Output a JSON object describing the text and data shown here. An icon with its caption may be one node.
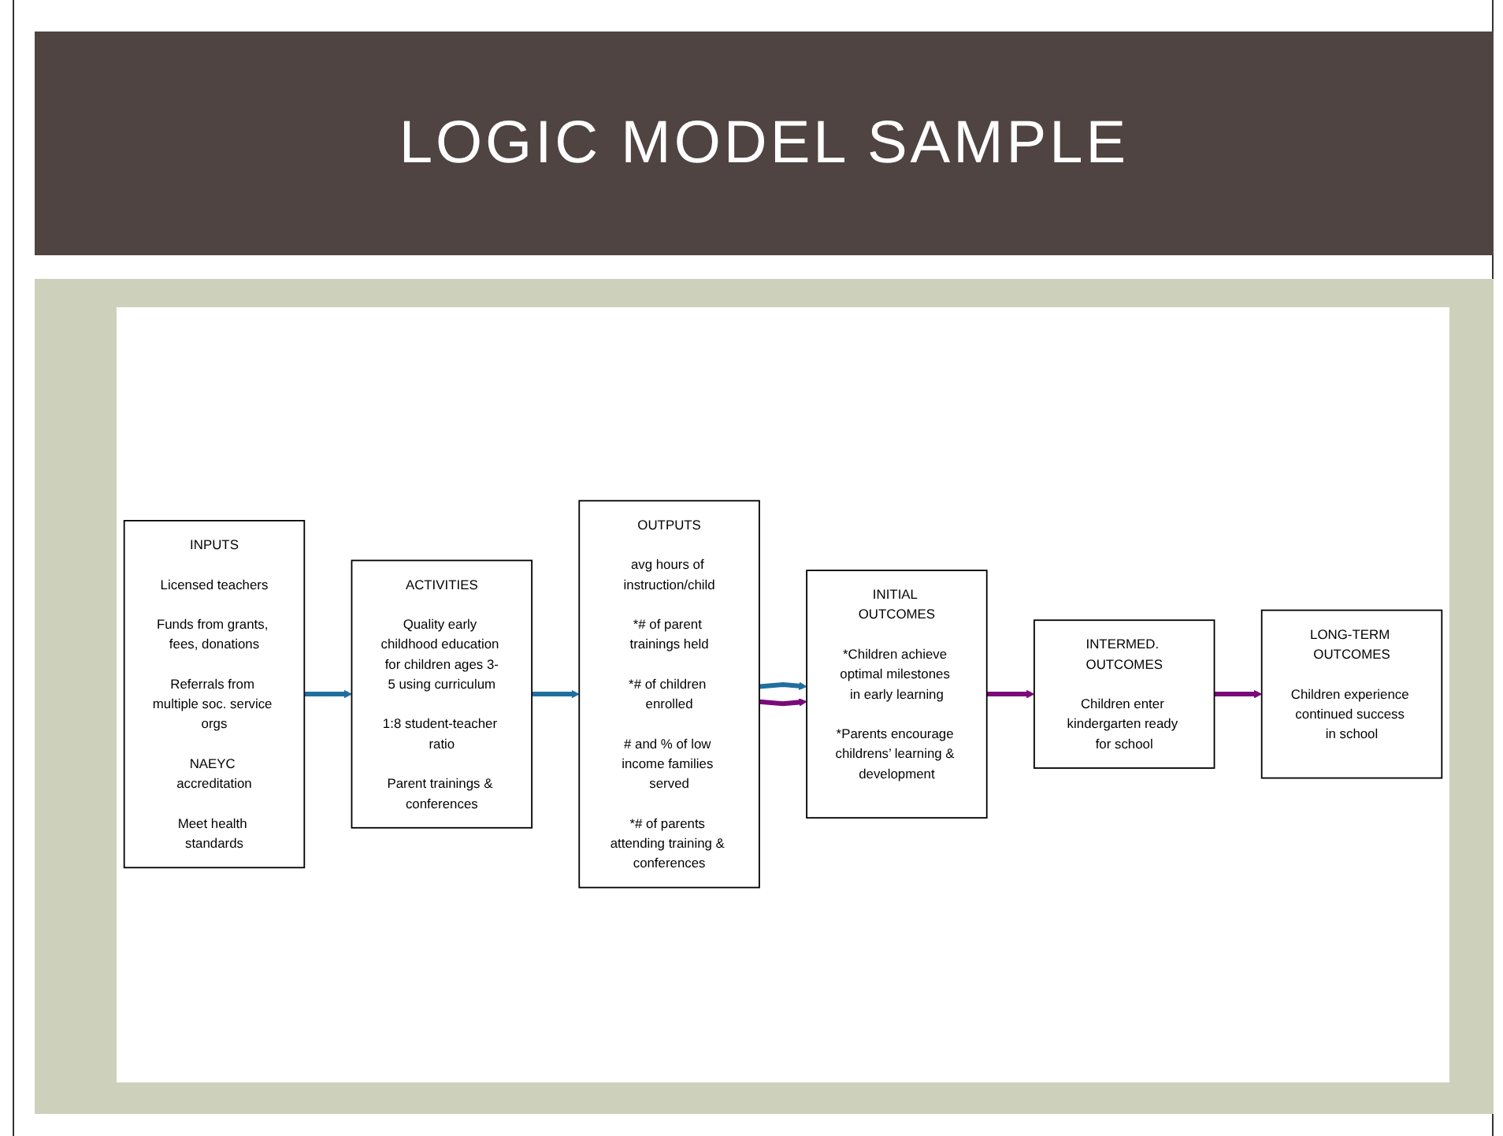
{
  "diagram": {
    "title": "LOGIC MODEL SAMPLE",
    "nodes": [
      {
        "text": [
          "INPUTS",
          "Licensed teachers",
          "Funds from grants, fees, donations",
          "Referrals from multiple soc. service orgs",
          "NAEYC accreditation",
          "Meet health standards"
        ]
      },
      {
        "text": [
          "ACTIVITIES",
          "Quality early childhood education for children ages 3-5 using curriculum",
          "1:8 student-teacher ratio",
          "Parent trainings & conferences"
        ]
      },
      {
        "text": [
          "OUTPUTS",
          "avg hours of instruction/child",
          "*# of parent trainings held",
          "*# of children enrolled",
          "# and % of low income families served",
          "*# of parents attending training & conferences"
        ]
      },
      {
        "text": [
          "INITIAL OUTCOMES",
          "*Children achieve optimal milestones in early learning",
          "*Parents encourage childrens’ learning & development"
        ]
      },
      {
        "text": [
          "INTERMED. OUTCOMES",
          "Children enter kindergarten ready for school"
        ]
      },
      {
        "text": [
          "LONG-TERM OUTCOMES",
          "Children experience continued success in school"
        ]
      }
    ],
    "edges": [
      {
        "from": 0,
        "to": 1,
        "arrow": "to",
        "color": "#1f6f9f"
      },
      {
        "from": 1,
        "to": 2,
        "arrow": "to",
        "color": "#1f6f9f"
      },
      {
        "from": 2,
        "to": 3,
        "arrow": "to",
        "color": "#1f6f9f"
      },
      {
        "from": 2,
        "to": 3,
        "arrow": "to",
        "color": "#7a0a7a"
      },
      {
        "from": 3,
        "to": 4,
        "arrow": "to",
        "color": "#7a0a7a"
      },
      {
        "from": 4,
        "to": 5,
        "arrow": "to",
        "color": "#7a0a7a"
      }
    ]
  }
}
